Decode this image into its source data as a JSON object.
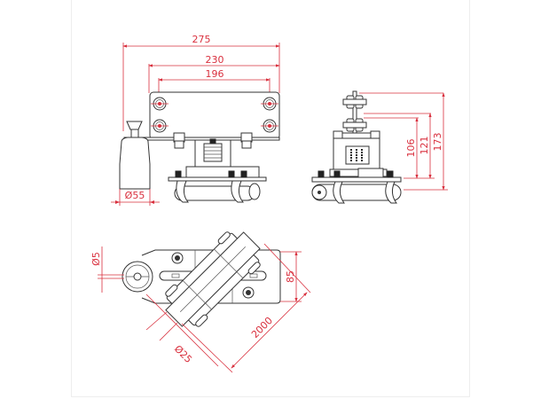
{
  "drawing": {
    "title": "Trolley technical drawing",
    "colors": {
      "dimension": "#d9303e",
      "outline": "#333333",
      "background": "#ffffff"
    },
    "front_view": {
      "dimensions": {
        "overall_width": "275",
        "mid_width": "230",
        "hole_spacing": "196",
        "cylinder_diameter": "Ø55"
      }
    },
    "side_view": {
      "dimensions": {
        "height_lower": "106",
        "height_mid": "121",
        "height_total": "173"
      }
    },
    "top_view": {
      "dimensions": {
        "pin_diameter": "Ø5",
        "plate_height": "85",
        "tube_length": "2000",
        "tube_diameter": "Ø25"
      }
    }
  }
}
